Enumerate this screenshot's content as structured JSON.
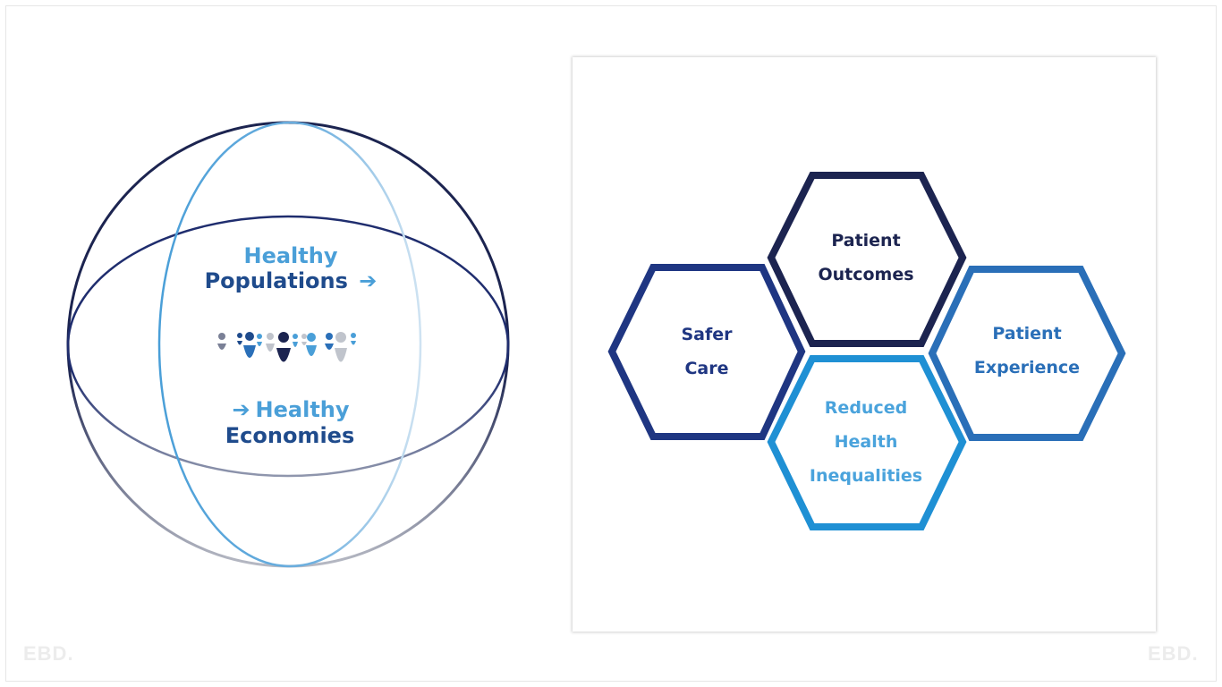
{
  "globe": {
    "line1": "Healthy",
    "line2": "Populations",
    "line3": "Healthy",
    "line4": "Economies",
    "arrow": "➔"
  },
  "hexagons": [
    {
      "id": "patient-outcomes",
      "line1": "Patient",
      "line2": "Outcomes",
      "color": "#1c2450"
    },
    {
      "id": "safer-care",
      "line1": "Safer",
      "line2": "Care",
      "color": "#1f3682"
    },
    {
      "id": "patient-experience",
      "line1": "Patient",
      "line2": "Experience",
      "color": "#2a6fb8"
    },
    {
      "id": "reduced-health-inequalities",
      "line1": "Reduced",
      "line2": "Health",
      "line3": "Inequalities",
      "color": "#1f90d4"
    }
  ],
  "colors": {
    "navy": "#1c2450",
    "dark_blue": "#1f4b8c",
    "light_blue": "#4a9fd8",
    "grey": "#c0c4cc"
  },
  "watermark": "EBD."
}
